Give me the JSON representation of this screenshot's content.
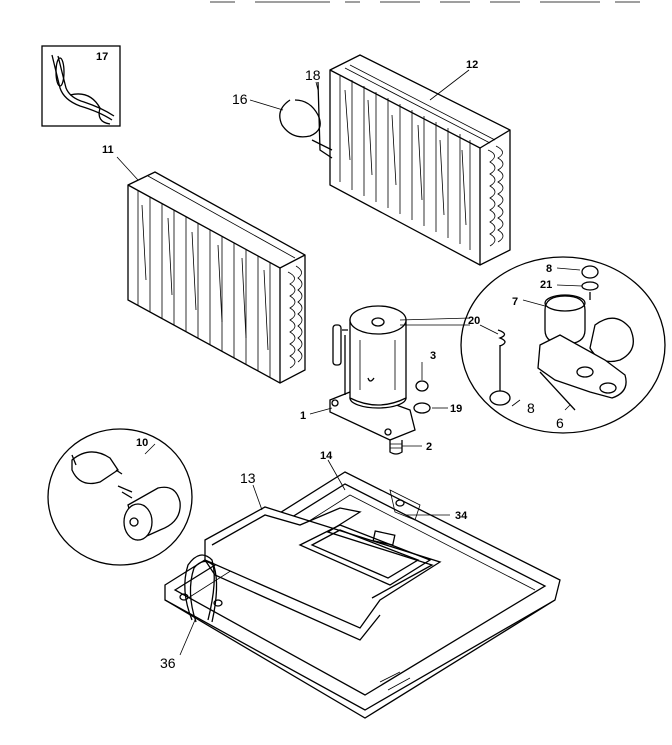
{
  "callouts": {
    "c1": "1",
    "c2": "2",
    "c3": "3",
    "c6": "6",
    "c7": "7",
    "c8a": "8",
    "c8b": "8",
    "c10": "10",
    "c11": "11",
    "c12": "12",
    "c13": "13",
    "c14": "14",
    "c16": "16",
    "c17": "17",
    "c18": "18",
    "c19": "19",
    "c20": "20",
    "c21": "21",
    "c34": "34",
    "c36": "36"
  }
}
